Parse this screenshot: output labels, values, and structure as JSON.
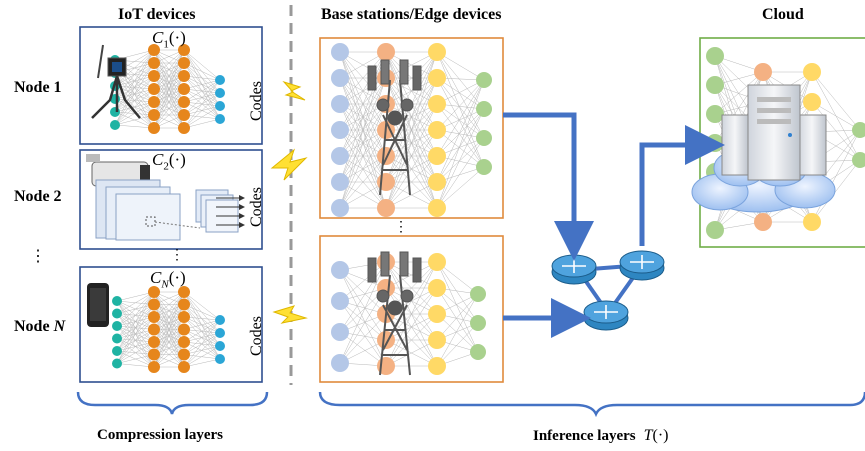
{
  "headers": {
    "iot": "IoT devices",
    "base": "Base stations/Edge devices",
    "cloud": "Cloud"
  },
  "nodes": {
    "node1": "Node 1",
    "node2": "Node 2",
    "nodeN_prefix": "Node ",
    "nodeN_var": "N",
    "dots_left": "⋮",
    "dots_mid": "⋮",
    "dots_edge": "⋮"
  },
  "functions": {
    "c1_letter": "C",
    "c1_sub": "1",
    "c2_letter": "C",
    "c2_sub": "2",
    "cn_letter": "C",
    "cn_sub": "N",
    "arg": "(·)",
    "t_letter": "T",
    "t_arg": "(·)"
  },
  "codes_label": "Codes",
  "footer": {
    "compression": "Compression layers",
    "inference": "Inference layers"
  },
  "colors": {
    "box_border_blue": "#2f4f8f",
    "edge_border_orange": "#e08a3c",
    "cloud_border_green": "#70ad47",
    "arrow_blue": "#4472c4",
    "neuron_orange": "#e6861c",
    "neuron_teal": "#1fb3a3",
    "neuron_cyan": "#2ba6d6",
    "neuron_lightblue": "#b4c7e7",
    "neuron_peach": "#f4b183",
    "neuron_yellow": "#ffd966",
    "neuron_green": "#a9d18e",
    "lightning": "#ffe033",
    "router": "#2e86c1"
  },
  "icons": [
    "sensor-icon",
    "camera-icon",
    "smartphone-icon",
    "cell-tower-icon",
    "router-icon",
    "server-icon",
    "cloud-icon",
    "lightning-icon"
  ]
}
